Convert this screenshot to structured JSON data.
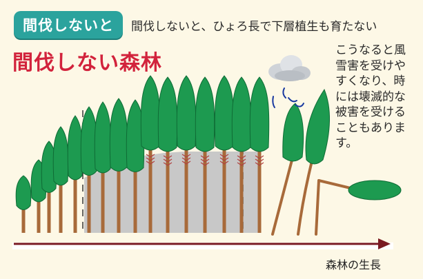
{
  "colors": {
    "background": "#fdf8e6",
    "badge": "#2ba39d",
    "title": "#d2233c",
    "tree_foliage": "#1d9a50",
    "trunk": "#a86a3a",
    "gray_zone": "#c8c8c8",
    "arrow": "#7a1a22",
    "rain": "#1a3aa0"
  },
  "badge": {
    "label": "間伐しないと"
  },
  "subtitle": "間伐しないと、ひょろ長で下層植生も育たない",
  "main_title": "間伐しない森林",
  "note": "こうなると風\n雪害を受けや\nすくなり、時\nには壊滅的な\n被害を受ける\nこともあります。",
  "axis": {
    "label": "森林の生長"
  },
  "icons": {
    "storm": "storm-cloud-icon",
    "rain": "rain-strokes-icon"
  }
}
